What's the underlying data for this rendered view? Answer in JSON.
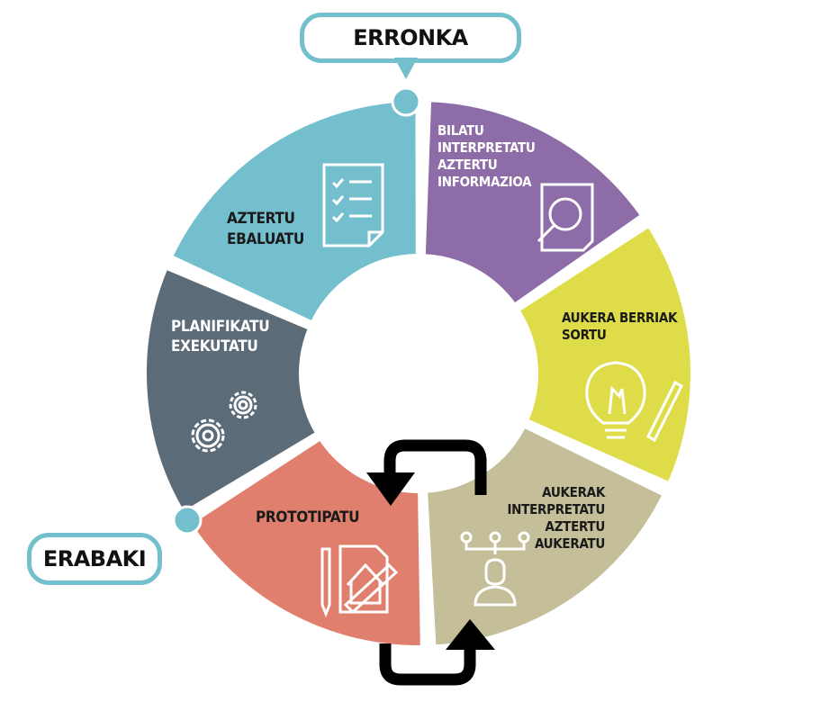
{
  "callouts": {
    "top": "ERRONKA",
    "bottom_left": "ERABAKI"
  },
  "segments": [
    {
      "id": "informazioa",
      "color": "#8e6ca8",
      "lines": [
        "BILATU",
        "INTERPRETATU",
        "AZTERTU",
        "INFORMAZIOA"
      ],
      "icon": "document-search-icon"
    },
    {
      "id": "aukera-berriak",
      "color": "#dedd49",
      "lines": [
        "AUKERA BERRIAK",
        "SORTU"
      ],
      "icon": "lightbulb-pencil-icon"
    },
    {
      "id": "aukerak",
      "color": "#c4bf98",
      "lines": [
        "AUKERAK",
        "INTERPRETATU",
        "AZTERTU",
        "AUKERATU"
      ],
      "icon": "person-decision-icon"
    },
    {
      "id": "prototipatu",
      "color": "#e07f6d",
      "lines": [
        "PROTOTIPATU"
      ],
      "icon": "blueprint-ruler-icon"
    },
    {
      "id": "planifikatu",
      "color": "#5b6b77",
      "lines": [
        "PLANIFIKATU",
        "EXEKUTATU"
      ],
      "icon": "gears-icon"
    },
    {
      "id": "aztertu",
      "color": "#74bfcd",
      "lines": [
        "AZTERTU",
        "EBALUATU"
      ],
      "icon": "checklist-icon"
    }
  ],
  "accent": "#74bfcd"
}
